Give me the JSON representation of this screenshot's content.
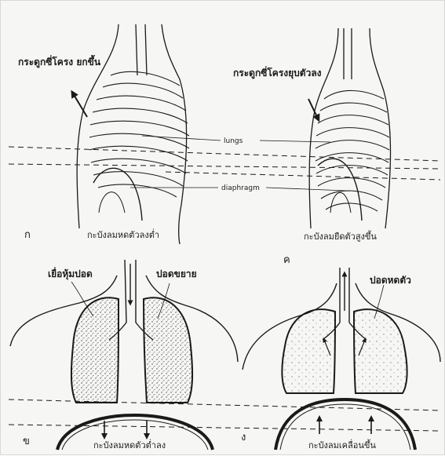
{
  "labels": {
    "panel_a_title": "กระดูกซี่โครง ยกขึ้น",
    "panel_c_title": "กระดูกซี่โครงยุบตัวลง",
    "lungs": "lungs",
    "diaphragm": "diaphragm",
    "panel_a_caption": "กะบังลมหดตัวลงต่ำ",
    "panel_c_caption": "กะบังลมยืดตัวสูงขึ้น",
    "panel_b_left": "เยื่อหุ้มปอด",
    "panel_b_right": "ปอดขยาย",
    "panel_b_caption": "กะบังลมหดตัวต่ำลง",
    "panel_d_right": "ปอดหดตัว",
    "panel_d_caption": "กะบังลมเคลื่อนขึ้น",
    "letter_a": "ก",
    "letter_b": "ข",
    "letter_c": "ค",
    "letter_d": "ง"
  },
  "colors": {
    "ink": "#1a1a1a",
    "paper": "#f6f6f4"
  },
  "icons": {
    "arrow_up": "arrow-up-icon",
    "arrow_down": "arrow-down-icon"
  }
}
